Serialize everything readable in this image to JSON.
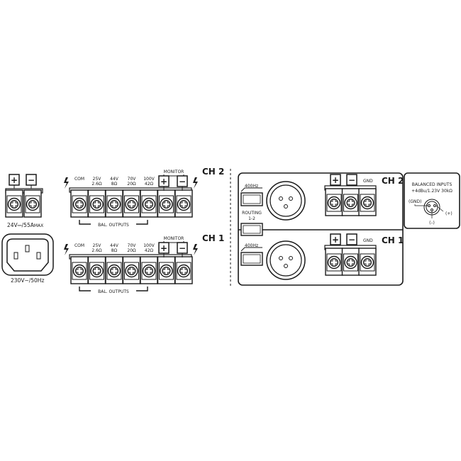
{
  "dc_power": {
    "plus": "+",
    "minus": "−",
    "label": "24V⎓/55A",
    "label_sub": "MAX"
  },
  "mains": {
    "label": "230V~/50Hz"
  },
  "outputs": [
    {
      "channel": "CH 2",
      "monitor": "MONITOR",
      "bal_outputs": "BAL. OUTPUTS",
      "terminals": [
        {
          "top": "COM",
          "bottom": ""
        },
        {
          "top": "25V",
          "bottom": "2.6Ω"
        },
        {
          "top": "44V",
          "bottom": "8Ω"
        },
        {
          "top": "70V",
          "bottom": "20Ω"
        },
        {
          "top": "100V",
          "bottom": "42Ω"
        }
      ]
    },
    {
      "channel": "CH 1",
      "monitor": "MONITOR",
      "bal_outputs": "BAL. OUTPUTS",
      "terminals": [
        {
          "top": "COM",
          "bottom": ""
        },
        {
          "top": "25V",
          "bottom": "2.6Ω"
        },
        {
          "top": "44V",
          "bottom": "8Ω"
        },
        {
          "top": "70V",
          "bottom": "20Ω"
        },
        {
          "top": "100V",
          "bottom": "42Ω"
        }
      ]
    }
  ],
  "inputs": {
    "ch2": {
      "channel": "CH 2",
      "tone": "400Hz",
      "plus": "+",
      "minus": "−",
      "gnd": "GND"
    },
    "routing": {
      "label": "ROUTING",
      "value": "1-2"
    },
    "ch1": {
      "channel": "CH 1",
      "tone": "400Hz",
      "plus": "+",
      "minus": "−",
      "gnd": "GND"
    }
  },
  "balanced_info": {
    "title": "BALANCED INPUTS",
    "spec": "+4dBu/1.23V 30kΩ",
    "gnd": "(GND)",
    "neg": "(–)",
    "pos": "(+)"
  },
  "colors": {
    "line": "#1a1a1a",
    "terminal_fill": "#ffffff"
  }
}
